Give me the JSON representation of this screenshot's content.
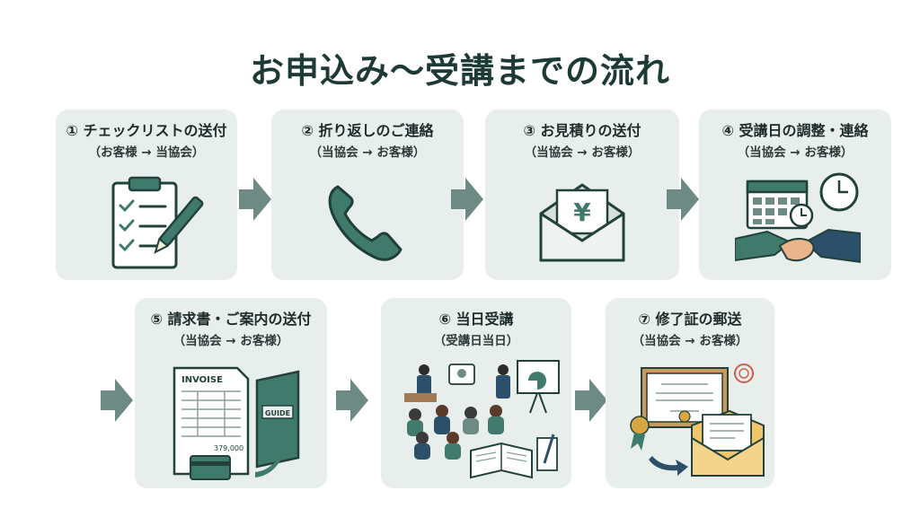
{
  "title": "お申込み〜受講までの流れ",
  "steps": [
    {
      "heading": "① チェックリストの送付",
      "sub": "（お客様 → 当協会）",
      "icon": "clipboard-checklist-icon"
    },
    {
      "heading": "② 折り返しのご連絡",
      "sub": "（当協会 → お客様）",
      "icon": "phone-icon"
    },
    {
      "heading": "③ お見積りの送付",
      "sub": "（当協会 → お客様）",
      "icon": "yen-envelope-icon"
    },
    {
      "heading": "④ 受講日の調整・連絡",
      "sub": "（当協会 → お客様）",
      "icon": "calendar-handshake-icon"
    },
    {
      "heading": "⑤ 請求書・ご案内の送付",
      "sub": "（当協会 → お客様）",
      "icon": "invoice-guide-icon"
    },
    {
      "heading": "⑥ 当日受講",
      "sub": "（受講日当日）",
      "icon": "seminar-icon"
    },
    {
      "heading": "⑦ 修了証の郵送",
      "sub": "（当協会 → お客様）",
      "icon": "certificate-mail-icon"
    }
  ],
  "illustration_text": {
    "invoice": "INVOISE",
    "guide": "GUIDE",
    "amount": "379,000",
    "yen": "¥"
  },
  "colors": {
    "card": "#e7eeec",
    "arrow": "#6d8a84",
    "accent": "#3f7a6c",
    "title": "#1e3a36"
  }
}
